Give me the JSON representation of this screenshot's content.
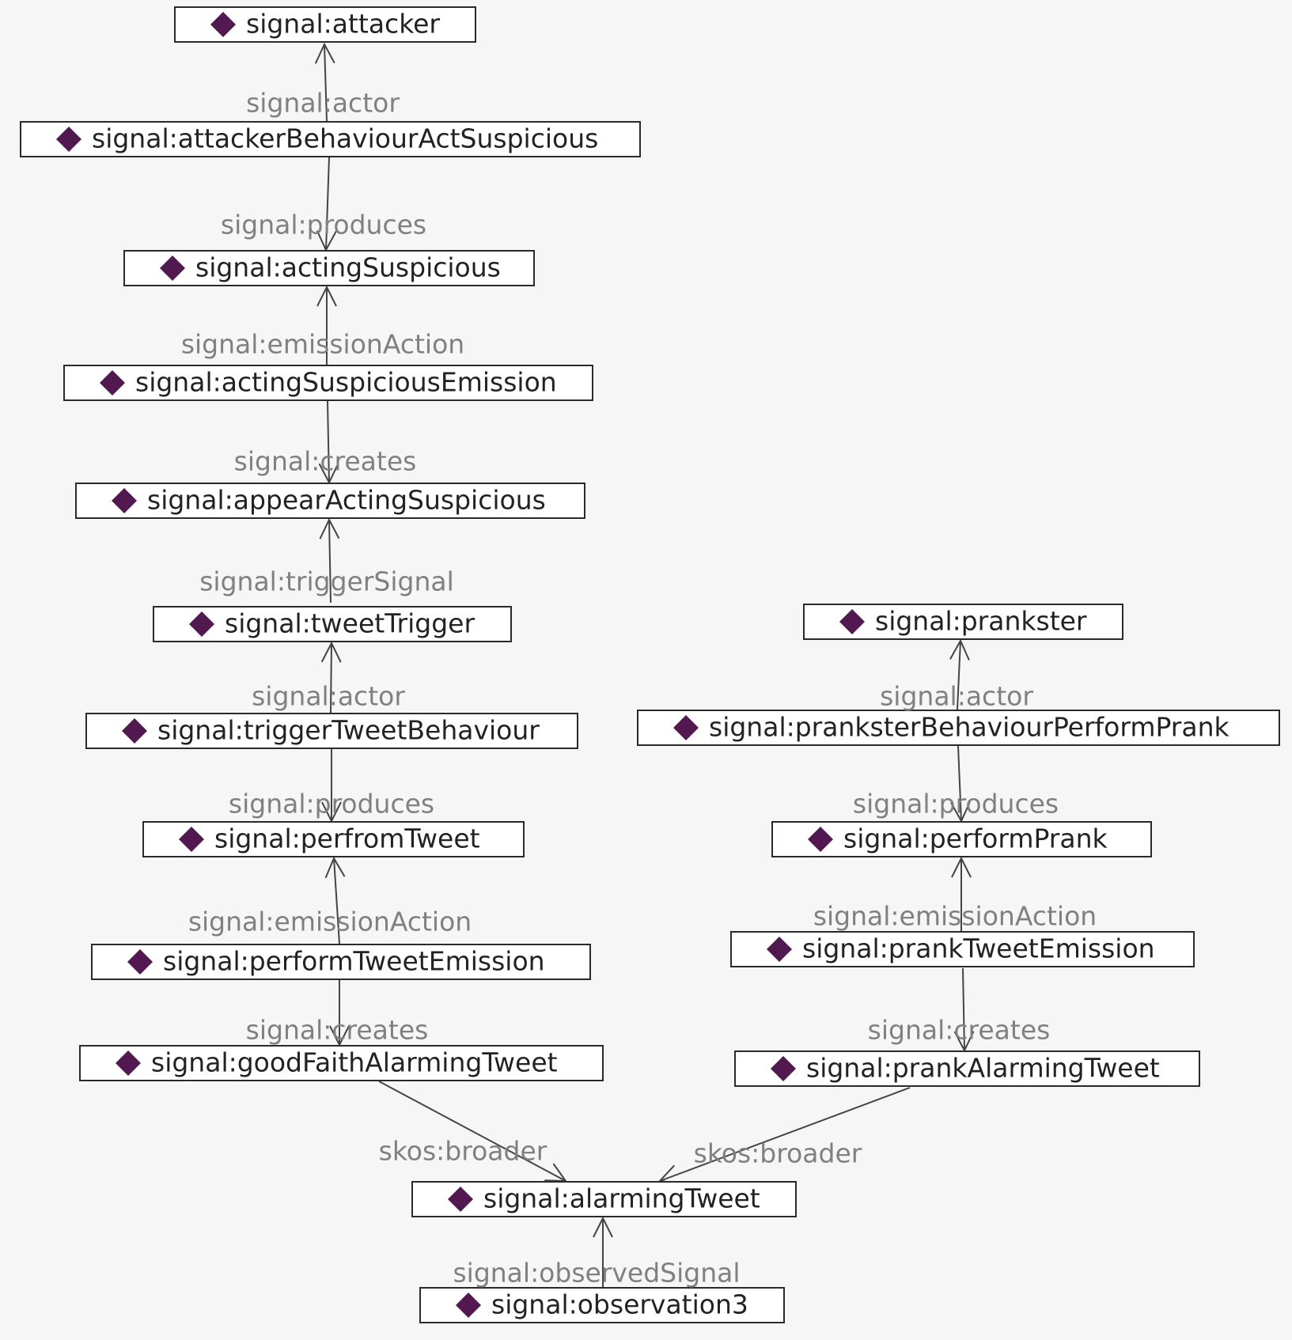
{
  "colors": {
    "background": "#f6f6f6",
    "node_border": "#2a2a2a",
    "individual_icon": "#521850",
    "node_text": "#222222",
    "edge": "#444444",
    "edge_label": "#808080"
  },
  "icons": {
    "individual": "purple-diamond-icon"
  },
  "nodes": [
    {
      "id": "attacker",
      "label": "signal:attacker"
    },
    {
      "id": "attackerBehaviourActSuspicious",
      "label": "signal:attackerBehaviourActSuspicious"
    },
    {
      "id": "actingSuspicious",
      "label": "signal:actingSuspicious"
    },
    {
      "id": "actingSuspiciousEmission",
      "label": "signal:actingSuspiciousEmission"
    },
    {
      "id": "appearActingSuspicious",
      "label": "signal:appearActingSuspicious"
    },
    {
      "id": "tweetTrigger",
      "label": "signal:tweetTrigger"
    },
    {
      "id": "triggerTweetBehaviour",
      "label": "signal:triggerTweetBehaviour"
    },
    {
      "id": "perfromTweet",
      "label": "signal:perfromTweet"
    },
    {
      "id": "performTweetEmission",
      "label": "signal:performTweetEmission"
    },
    {
      "id": "goodFaithAlarmingTweet",
      "label": "signal:goodFaithAlarmingTweet"
    },
    {
      "id": "prankster",
      "label": "signal:prankster"
    },
    {
      "id": "pranksterBehaviourPerformPrank",
      "label": "signal:pranksterBehaviourPerformPrank"
    },
    {
      "id": "performPrank",
      "label": "signal:performPrank"
    },
    {
      "id": "prankTweetEmission",
      "label": "signal:prankTweetEmission"
    },
    {
      "id": "prankAlarmingTweet",
      "label": "signal:prankAlarmingTweet"
    },
    {
      "id": "alarmingTweet",
      "label": "signal:alarmingTweet"
    },
    {
      "id": "observation3",
      "label": "signal:observation3"
    }
  ],
  "edges": [
    {
      "id": "e1",
      "from": "attackerBehaviourActSuspicious",
      "to": "attacker",
      "label": "signal:actor"
    },
    {
      "id": "e2",
      "from": "attackerBehaviourActSuspicious",
      "to": "actingSuspicious",
      "label": "signal:produces"
    },
    {
      "id": "e3",
      "from": "actingSuspiciousEmission",
      "to": "actingSuspicious",
      "label": "signal:emissionAction"
    },
    {
      "id": "e4",
      "from": "actingSuspiciousEmission",
      "to": "appearActingSuspicious",
      "label": "signal:creates"
    },
    {
      "id": "e5",
      "from": "tweetTrigger",
      "to": "appearActingSuspicious",
      "label": "signal:triggerSignal"
    },
    {
      "id": "e6",
      "from": "triggerTweetBehaviour",
      "to": "tweetTrigger",
      "label": "signal:actor"
    },
    {
      "id": "e7",
      "from": "triggerTweetBehaviour",
      "to": "perfromTweet",
      "label": "signal:produces"
    },
    {
      "id": "e8",
      "from": "performTweetEmission",
      "to": "perfromTweet",
      "label": "signal:emissionAction"
    },
    {
      "id": "e9",
      "from": "performTweetEmission",
      "to": "goodFaithAlarmingTweet",
      "label": "signal:creates"
    },
    {
      "id": "e10",
      "from": "goodFaithAlarmingTweet",
      "to": "alarmingTweet",
      "label": "skos:broader"
    },
    {
      "id": "e11",
      "from": "pranksterBehaviourPerformPrank",
      "to": "prankster",
      "label": "signal:actor"
    },
    {
      "id": "e12",
      "from": "pranksterBehaviourPerformPrank",
      "to": "performPrank",
      "label": "signal:produces"
    },
    {
      "id": "e13",
      "from": "prankTweetEmission",
      "to": "performPrank",
      "label": "signal:emissionAction"
    },
    {
      "id": "e14",
      "from": "prankTweetEmission",
      "to": "prankAlarmingTweet",
      "label": "signal:creates"
    },
    {
      "id": "e15",
      "from": "prankAlarmingTweet",
      "to": "alarmingTweet",
      "label": "skos:broader"
    },
    {
      "id": "e16",
      "from": "observation3",
      "to": "alarmingTweet",
      "label": "signal:observedSignal"
    }
  ]
}
